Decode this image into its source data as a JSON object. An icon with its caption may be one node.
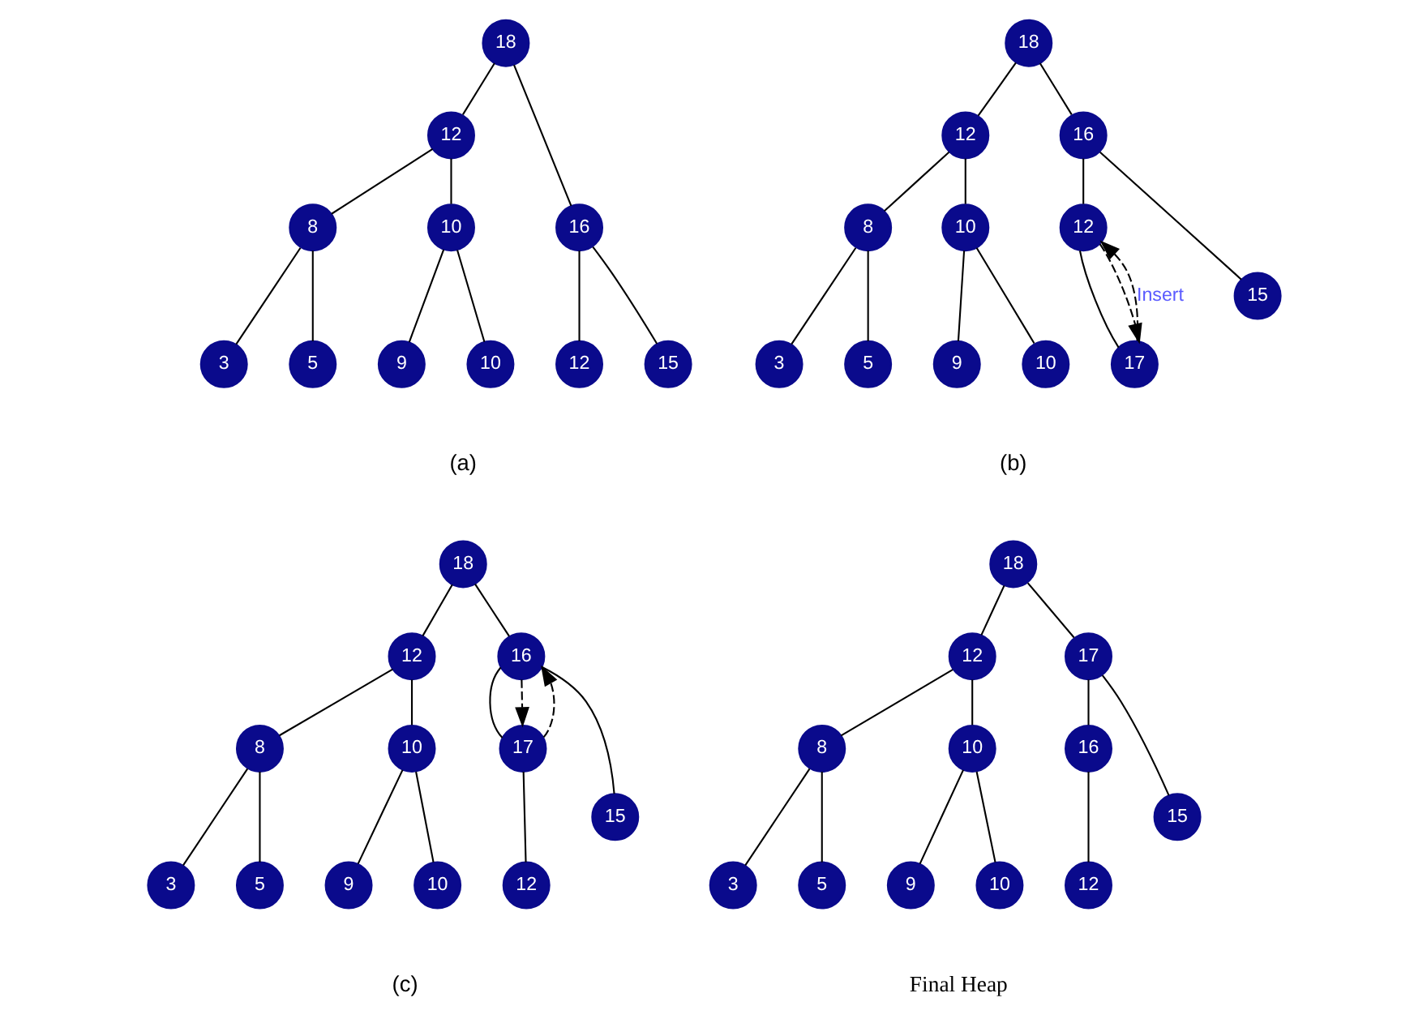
{
  "diagram": {
    "nodes": [
      {
        "text": [
          "18"
        ]
      },
      {
        "text": [
          "12"
        ]
      },
      {
        "text": [
          "16"
        ]
      },
      {
        "text": [
          "8"
        ]
      },
      {
        "text": [
          "10"
        ]
      },
      {
        "text": [
          "12"
        ]
      },
      {
        "text": [
          "15"
        ]
      },
      {
        "text": [
          "3"
        ]
      },
      {
        "text": [
          "5"
        ]
      },
      {
        "text": [
          "9"
        ]
      },
      {
        "text": [
          "10"
        ]
      },
      {
        "text": [
          "18"
        ]
      },
      {
        "text": [
          "12"
        ]
      },
      {
        "text": [
          "16"
        ]
      },
      {
        "text": [
          "8"
        ]
      },
      {
        "text": [
          "10"
        ]
      },
      {
        "text": [
          "12"
        ]
      },
      {
        "text": [
          "15"
        ]
      },
      {
        "text": [
          "3"
        ]
      },
      {
        "text": [
          "5"
        ]
      },
      {
        "text": [
          "9"
        ]
      },
      {
        "text": [
          "10"
        ]
      },
      {
        "text": [
          "17"
        ]
      },
      {
        "text": [
          "18"
        ]
      },
      {
        "text": [
          "12"
        ]
      },
      {
        "text": [
          "16"
        ]
      },
      {
        "text": [
          "8"
        ]
      },
      {
        "text": [
          "10"
        ]
      },
      {
        "text": [
          "17"
        ]
      },
      {
        "text": [
          "15"
        ]
      },
      {
        "text": [
          "3"
        ]
      },
      {
        "text": [
          "5"
        ]
      },
      {
        "text": [
          "9"
        ]
      },
      {
        "text": [
          "10"
        ]
      },
      {
        "text": [
          "12"
        ]
      },
      {
        "text": [
          "18"
        ]
      },
      {
        "text": [
          "12"
        ]
      },
      {
        "text": [
          "17"
        ]
      },
      {
        "text": [
          "8"
        ]
      },
      {
        "text": [
          "10"
        ]
      },
      {
        "text": [
          "16"
        ]
      },
      {
        "text": [
          "15"
        ]
      },
      {
        "text": [
          "3"
        ]
      },
      {
        "text": [
          "5"
        ]
      },
      {
        "text": [
          "9"
        ]
      },
      {
        "text": [
          "10"
        ]
      },
      {
        "text": [
          "12"
        ]
      }
    ],
    "edges": [
      {
        "from": 0,
        "to": 1,
        "arrow": "none"
      },
      {
        "from": 0,
        "to": 2,
        "arrow": "none"
      },
      {
        "from": 1,
        "to": 3,
        "arrow": "none"
      },
      {
        "from": 1,
        "to": 4,
        "arrow": "none"
      },
      {
        "from": 2,
        "to": 5,
        "arrow": "none"
      },
      {
        "from": 2,
        "to": 6,
        "arrow": "none"
      },
      {
        "from": 3,
        "to": 7,
        "arrow": "none"
      },
      {
        "from": 3,
        "to": 8,
        "arrow": "none"
      },
      {
        "from": 4,
        "to": 9,
        "arrow": "none"
      },
      {
        "from": 4,
        "to": 10,
        "arrow": "none"
      },
      {
        "from": 11,
        "to": 12,
        "arrow": "none"
      },
      {
        "from": 11,
        "to": 13,
        "arrow": "none"
      },
      {
        "from": 12,
        "to": 14,
        "arrow": "none"
      },
      {
        "from": 12,
        "to": 15,
        "arrow": "none"
      },
      {
        "from": 13,
        "to": 16,
        "arrow": "none"
      },
      {
        "from": 13,
        "to": 17,
        "arrow": "none"
      },
      {
        "from": 14,
        "to": 18,
        "arrow": "none"
      },
      {
        "from": 14,
        "to": 19,
        "arrow": "none"
      },
      {
        "from": 15,
        "to": 20,
        "arrow": "none"
      },
      {
        "from": 15,
        "to": 21,
        "arrow": "none"
      },
      {
        "from": 16,
        "to": 22,
        "arrow": "none"
      },
      {
        "from": 16,
        "to": 22,
        "arrow": "to",
        "style": "dashed"
      },
      {
        "from": 22,
        "to": 16,
        "arrow": "to",
        "style": "dashed",
        "label": "Insert"
      },
      {
        "from": 23,
        "to": 24,
        "arrow": "none"
      },
      {
        "from": 23,
        "to": 25,
        "arrow": "none"
      },
      {
        "from": 24,
        "to": 26,
        "arrow": "none"
      },
      {
        "from": 24,
        "to": 27,
        "arrow": "none"
      },
      {
        "from": 25,
        "to": 28,
        "arrow": "none"
      },
      {
        "from": 25,
        "to": 29,
        "arrow": "none"
      },
      {
        "from": 26,
        "to": 30,
        "arrow": "none"
      },
      {
        "from": 26,
        "to": 31,
        "arrow": "none"
      },
      {
        "from": 27,
        "to": 32,
        "arrow": "none"
      },
      {
        "from": 27,
        "to": 33,
        "arrow": "none"
      },
      {
        "from": 28,
        "to": 34,
        "arrow": "none"
      },
      {
        "from": 25,
        "to": 28,
        "arrow": "to",
        "style": "dashed"
      },
      {
        "from": 28,
        "to": 25,
        "arrow": "to",
        "style": "dashed"
      },
      {
        "from": 35,
        "to": 36,
        "arrow": "none"
      },
      {
        "from": 35,
        "to": 37,
        "arrow": "none"
      },
      {
        "from": 36,
        "to": 38,
        "arrow": "none"
      },
      {
        "from": 36,
        "to": 39,
        "arrow": "none"
      },
      {
        "from": 37,
        "to": 40,
        "arrow": "none"
      },
      {
        "from": 37,
        "to": 41,
        "arrow": "none"
      },
      {
        "from": 38,
        "to": 42,
        "arrow": "none"
      },
      {
        "from": 38,
        "to": 43,
        "arrow": "none"
      },
      {
        "from": 39,
        "to": 44,
        "arrow": "none"
      },
      {
        "from": 39,
        "to": 45,
        "arrow": "none"
      },
      {
        "from": 40,
        "to": 46,
        "arrow": "none"
      }
    ],
    "labels": [
      "(a)",
      "(b)",
      "(c)",
      "Final Heap"
    ]
  }
}
